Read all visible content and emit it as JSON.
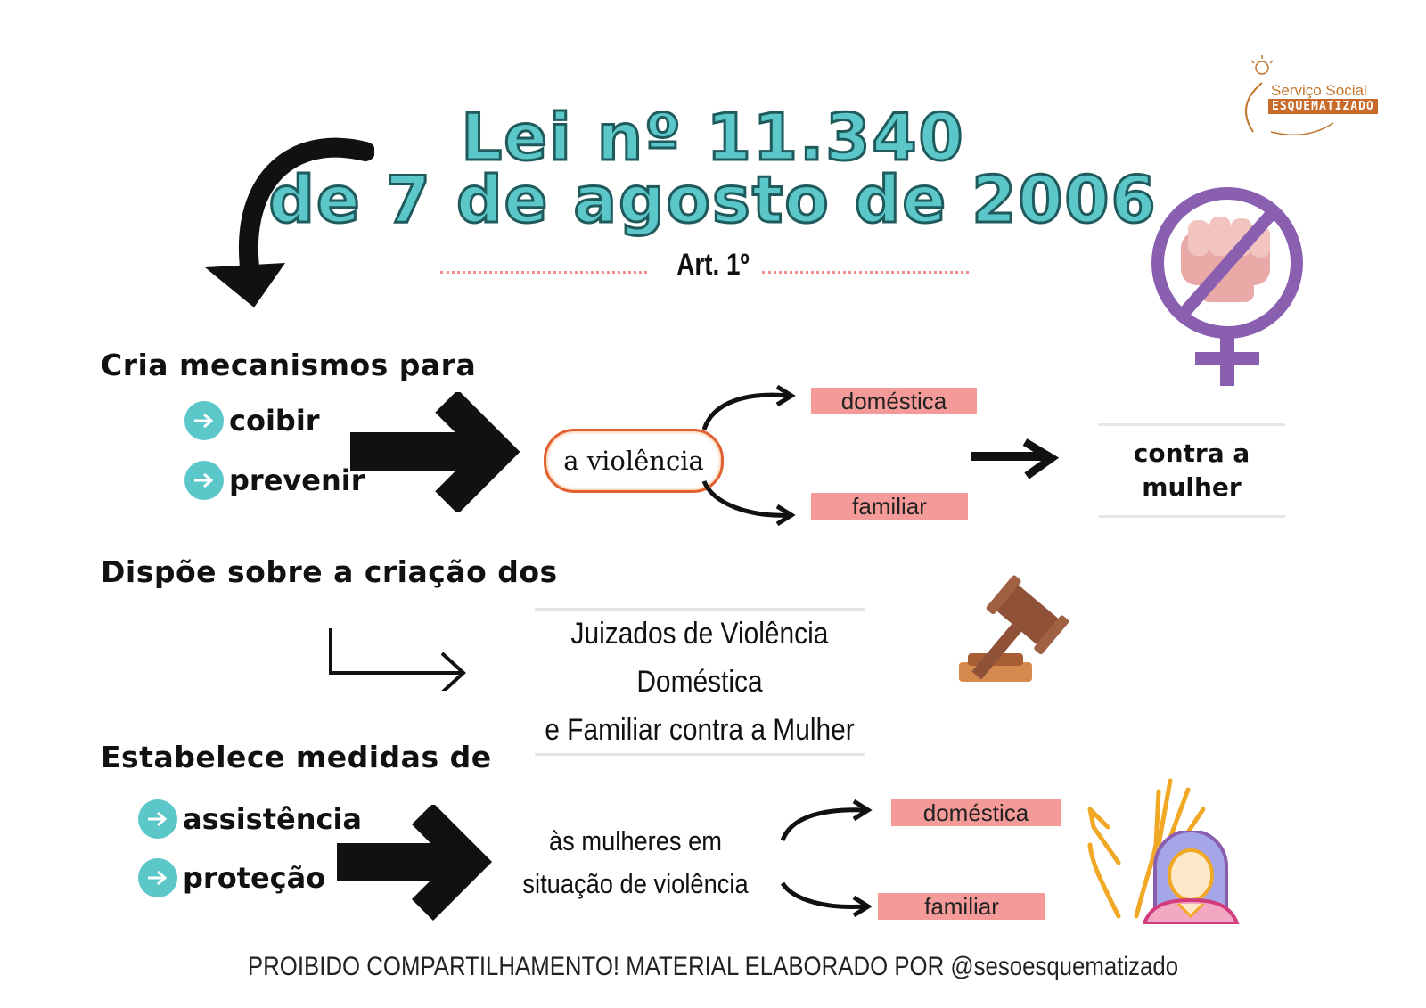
{
  "title": {
    "line1": "Lei nº 11.340",
    "line2": "de 7 de agosto de 2006",
    "article": "Art. 1º"
  },
  "logo": {
    "line1": "Serviço Social",
    "line2": "ESQUEMATIZADO"
  },
  "section1": {
    "heading": "Cria mecanismos para",
    "items": [
      "coibir",
      "prevenir"
    ],
    "center": "a violência",
    "tags": [
      "doméstica",
      "familiar"
    ],
    "target": {
      "line1": "contra a",
      "line2": "mulher"
    }
  },
  "section2": {
    "heading": "Dispõe sobre a criação dos",
    "box": {
      "line1": "Juizados de Violência Doméstica",
      "line2": "e Familiar contra a Mulher"
    }
  },
  "section3": {
    "heading": "Estabelece medidas de",
    "items": [
      "assistência",
      "proteção"
    ],
    "center": {
      "line1": "às mulheres em",
      "line2": "situação de violência"
    },
    "tags": [
      "doméstica",
      "familiar"
    ]
  },
  "footer": "PROIBIDO COMPARTILHAMENTO!  MATERIAL ELABORADO POR @sesoesquematizado",
  "icons": [
    "no-violence-female-icon",
    "gavel-icon",
    "raised-hand-icon",
    "woman-avatar-icon",
    "curved-arrow-icon",
    "arrow-right-icon"
  ],
  "colors": {
    "title": "#5cc7c9",
    "tag": "#f49a98",
    "bullet": "#5cc7c9",
    "accent": "#8a5fb0"
  }
}
